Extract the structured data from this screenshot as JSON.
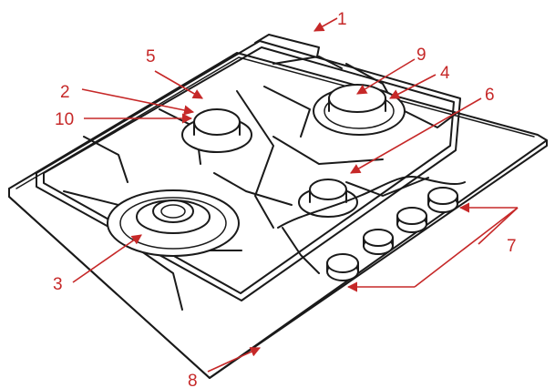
{
  "diagram": {
    "colors": {
      "callout": "#c62828",
      "line": "#1a1a1a",
      "background": "#ffffff"
    },
    "callouts": [
      {
        "id": "1",
        "label": "1"
      },
      {
        "id": "2",
        "label": "2"
      },
      {
        "id": "3",
        "label": "3"
      },
      {
        "id": "4",
        "label": "4"
      },
      {
        "id": "5",
        "label": "5"
      },
      {
        "id": "6",
        "label": "6"
      },
      {
        "id": "7",
        "label": "7"
      },
      {
        "id": "8",
        "label": "8"
      },
      {
        "id": "9",
        "label": "9"
      },
      {
        "id": "10",
        "label": "10"
      }
    ]
  }
}
